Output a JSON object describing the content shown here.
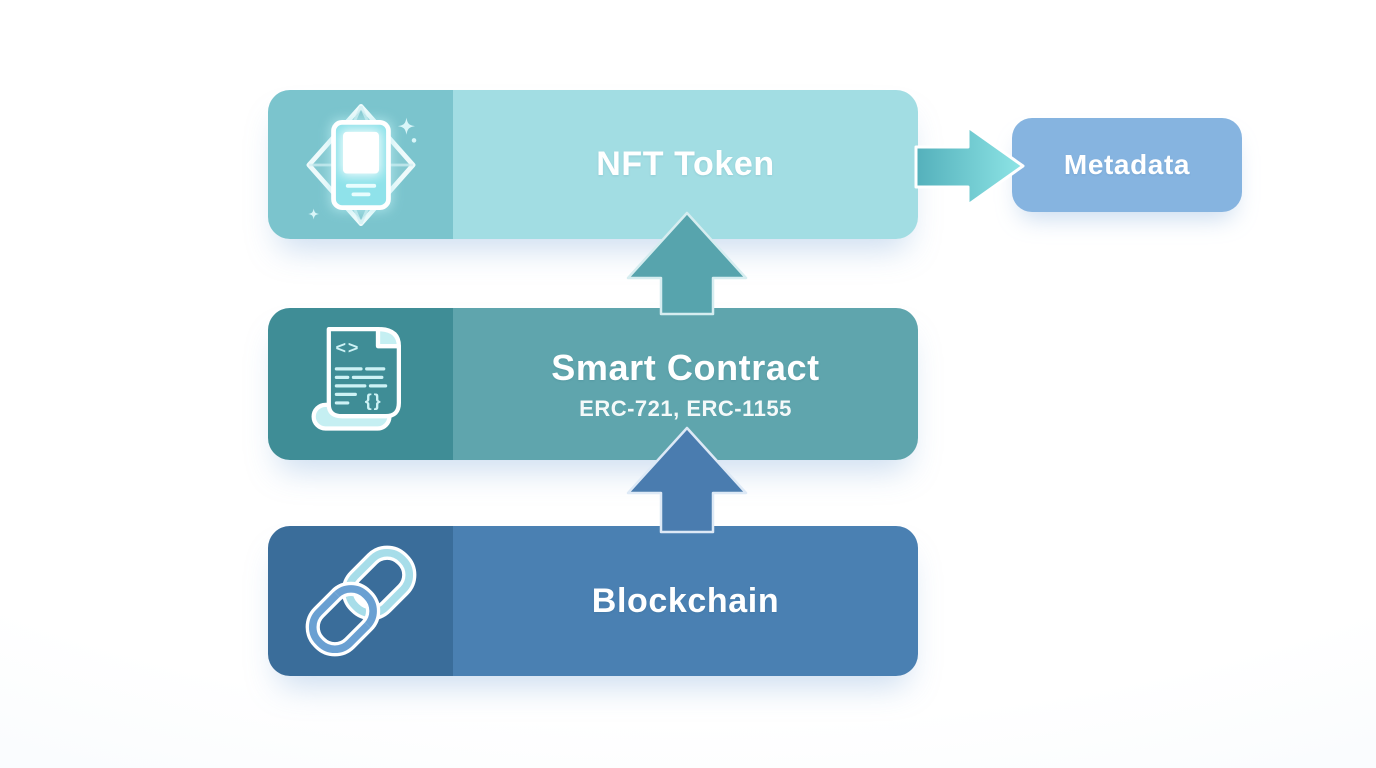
{
  "stack": {
    "layers": [
      {
        "label": "NFT Token",
        "sublabel": "",
        "icon": "nft-card-diamond-icon",
        "panel_color": "#7bc4cd",
        "body_color": "#a2dde3"
      },
      {
        "label": "Smart Contract",
        "sublabel": "ERC-721, ERC-1155",
        "icon": "smart-contract-scroll-icon",
        "panel_color": "#3f8d96",
        "body_color": "#5fa5ad"
      },
      {
        "label": "Blockchain",
        "sublabel": "",
        "icon": "chain-link-icon",
        "panel_color": "#3a6d9a",
        "body_color": "#4a80b2"
      }
    ]
  },
  "metadata_node": {
    "label": "Metadata",
    "color": "#86b4e0"
  },
  "arrows": {
    "up_blockchain_to_smart": {
      "color": "#4a7caf",
      "edge": "#dde9f6"
    },
    "up_smart_to_nft": {
      "color": "#57a4ad",
      "edge": "#d6edf0"
    },
    "right_nft_to_metadata": {
      "color_start": "#54b0bb",
      "color_end": "#8ee5e6",
      "edge": "#ffffff"
    }
  }
}
